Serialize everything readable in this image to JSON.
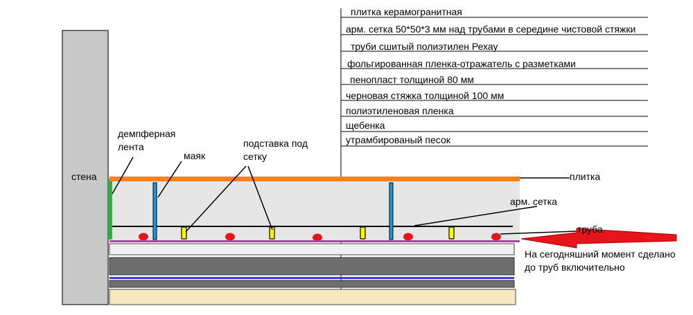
{
  "legend_layers": [
    "плитка керамогранитная",
    "арм. сетка 50*50*3 мм над трубами в середине чистовой стяжки",
    "труби сшитый полиэтилен Рехау",
    "фольгированная пленка-отражатель с разметками",
    "пенопласт толщиной 80 мм",
    "черновая стяжка толщиной 100 мм",
    "полиэтиленовая пленка",
    "щебенка",
    "утрамбированый песок"
  ],
  "labels": {
    "wall": "стена",
    "damper_line1": "демпферная",
    "damper_line2": "лента",
    "beacon": "маяк",
    "support_line1": "подставка под",
    "support_line2": "сетку",
    "tile": "плитка",
    "mesh": "арм. сетка",
    "pipe": "труба",
    "note_line1": "На сегодняшний момент сделано",
    "note_line2": "до труб включительно"
  },
  "colors": {
    "wall": "#c8c8c8",
    "tile": "#f5821f",
    "screed": "#e6e6e6",
    "beacon": "#1e9bd7",
    "support": "#ffff00",
    "pipe": "#e8141c",
    "foil": "#a04aa0",
    "foam": "#f0f0f0",
    "rough_screed": "#6e6e6e",
    "pe_film": "#3c3cdc",
    "gravel": "#6e6e6e",
    "sand": "#f5e9bf",
    "damper": "#2fae4a",
    "arrow": "#e8141c"
  }
}
